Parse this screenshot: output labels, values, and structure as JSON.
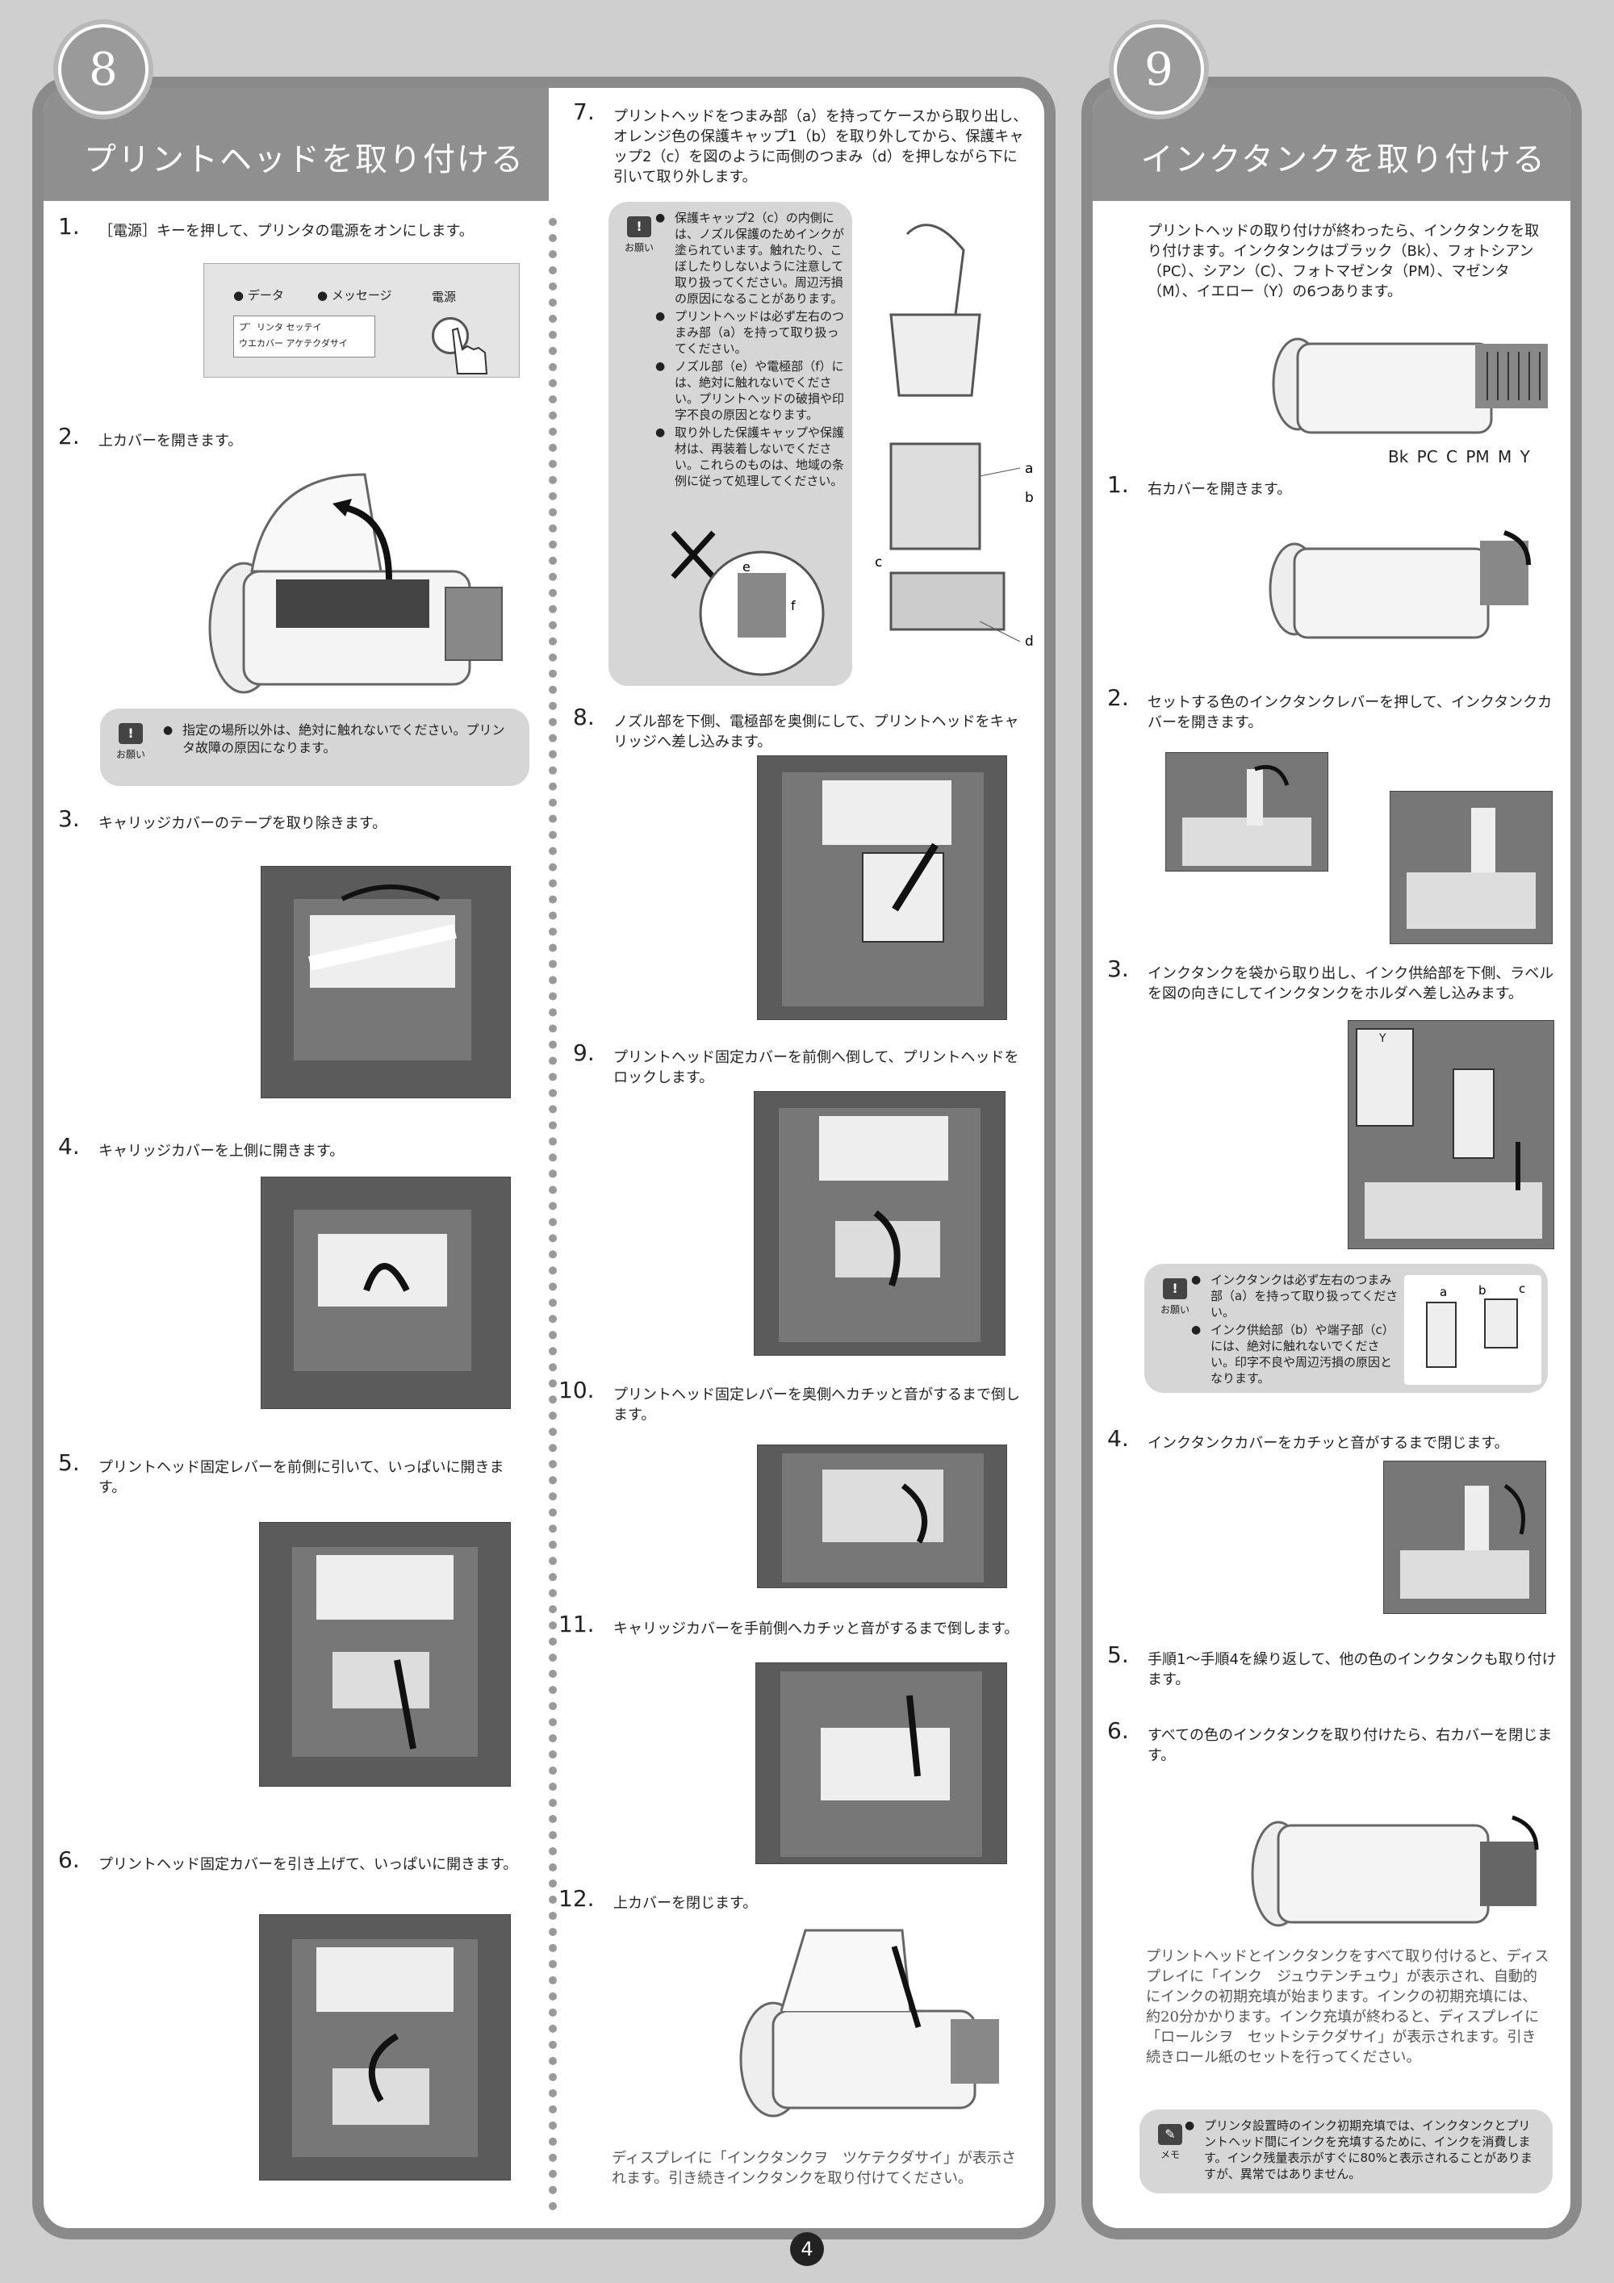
{
  "page_number": "4",
  "section8": {
    "badge": "8",
    "title": "プリントヘッドを取り付ける",
    "steps": [
      {
        "num": "1.",
        "text": "［電源］キーを押して、プリンタの電源をオンにします。"
      },
      {
        "num": "2.",
        "text": "上カバーを開きます。"
      },
      {
        "num": "3.",
        "text": "キャリッジカバーのテープを取り除きます。"
      },
      {
        "num": "4.",
        "text": "キャリッジカバーを上側に開きます。"
      },
      {
        "num": "5.",
        "text": "プリントヘッド固定レバーを前側に引いて、いっぱいに開きます。"
      },
      {
        "num": "6.",
        "text": "プリントヘッド固定カバーを引き上げて、いっぱいに開きます。"
      },
      {
        "num": "7.",
        "text": "プリントヘッドをつまみ部（a）を持ってケースから取り出し、オレンジ色の保護キャップ1（b）を取り外してから、保護キャップ2（c）を図のように両側のつまみ（d）を押しながら下に引いて取り外します。"
      },
      {
        "num": "8.",
        "text": "ノズル部を下側、電極部を奥側にして、プリントヘッドをキャリッジへ差し込みます。"
      },
      {
        "num": "9.",
        "text": "プリントヘッド固定カバーを前側へ倒して、プリントヘッドをロックします。"
      },
      {
        "num": "10.",
        "text": "プリントヘッド固定レバーを奥側へカチッと音がするまで倒します。"
      },
      {
        "num": "11.",
        "text": "キャリッジカバーを手前側へカチッと音がするまで倒します。"
      },
      {
        "num": "12.",
        "text": "上カバーを閉じます。"
      }
    ],
    "panel_labels": {
      "data": "● データ",
      "message": "● メッセージ",
      "power": "電源",
      "lcd_line1": "プ゛リンタ セッテイ",
      "lcd_line2": "ウエカバー アケテクダサイ"
    },
    "note_icon_label": "お願い",
    "note_step2": "指定の場所以外は、絶対に触れないでください。プリンタ故障の原因になります。",
    "note_step7": [
      "保護キャップ2（c）の内側には、ノズル保護のためインクが塗られています。触れたり、こぼしたりしないように注意して取り扱ってください。周辺汚損の原因になることがあります。",
      "プリントヘッドは必ず左右のつまみ部（a）を持って取り扱ってください。",
      "ノズル部（e）や電極部（f）には、絶対に触れないでください。プリントヘッドの破損や印字不良の原因となります。",
      "取り外した保護キャップや保護材は、再装着しないでください。これらのものは、地域の条例に従って処理してください。"
    ],
    "fig_letters": [
      "a",
      "b",
      "c",
      "d",
      "e",
      "f"
    ],
    "closing": "ディスプレイに「インクタンクヲ　ツケテクダサイ」が表示されます。引き続きインクタンクを取り付けてください。"
  },
  "section9": {
    "badge": "9",
    "title": "インクタンクを取り付ける",
    "intro": "プリントヘッドの取り付けが終わったら、インクタンクを取り付けます。インクタンクはブラック（Bk）、フォトシアン（PC）、シアン（C）、フォトマゼンタ（PM）、マゼンタ（M）、イエロー（Y）の6つあります。",
    "ink_labels": "Bk PC C PM M Y",
    "steps": [
      {
        "num": "1.",
        "text": "右カバーを開きます。"
      },
      {
        "num": "2.",
        "text": "セットする色のインクタンクレバーを押して、インクタンクカバーを開きます。"
      },
      {
        "num": "3.",
        "text": "インクタンクを袋から取り出し、インク供給部を下側、ラベルを図の向きにしてインクタンクをホルダへ差し込みます。"
      },
      {
        "num": "4.",
        "text": "インクタンクカバーをカチッと音がするまで閉じます。"
      },
      {
        "num": "5.",
        "text": "手順1～手順4を繰り返して、他の色のインクタンクも取り付けます。"
      },
      {
        "num": "6.",
        "text": "すべての色のインクタンクを取り付けたら、右カバーを閉じます。"
      }
    ],
    "note_step3": [
      "インクタンクは必ず左右のつまみ部（a）を持って取り扱ってください。",
      "インク供給部（b）や端子部（c）には、絶対に触れないでください。印字不良や周辺汚損の原因となります。"
    ],
    "fig_letters": [
      "a",
      "b",
      "c"
    ],
    "tank_label": "Y",
    "closing": "プリントヘッドとインクタンクをすべて取り付けると、ディスプレイに「インク　ジュウテンチュウ」が表示され、自動的にインクの初期充填が始まります。インクの初期充填には、約20分かかります。インク充填が終わると、ディスプレイに「ロールシヲ　セットシテクダサイ」が表示されます。引き続きロール紙のセットを行ってください。",
    "memo_icon_label": "メモ",
    "memo": "プリンタ設置時のインク初期充填では、インクタンクとプリントヘッド間にインクを充填するために、インクを消費します。インク残量表示がすぐに80%と表示されることがありますが、異常ではありません。"
  }
}
